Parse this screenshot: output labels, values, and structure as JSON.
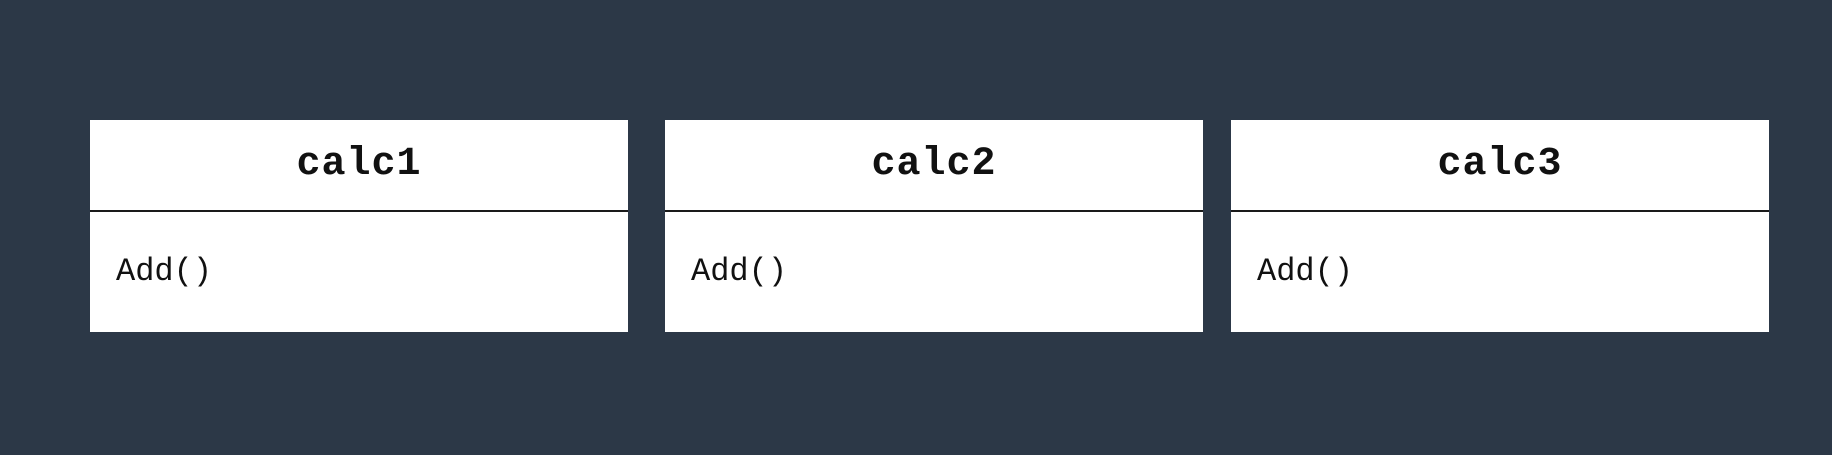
{
  "classes": [
    {
      "name": "calc1",
      "methods": [
        "Add()"
      ]
    },
    {
      "name": "calc2",
      "methods": [
        "Add()"
      ]
    },
    {
      "name": "calc3",
      "methods": [
        "Add()"
      ]
    }
  ],
  "colors": {
    "background": "#2c3847",
    "box_fill": "#ffffff",
    "text": "#111111",
    "divider": "#1a1a1a"
  }
}
